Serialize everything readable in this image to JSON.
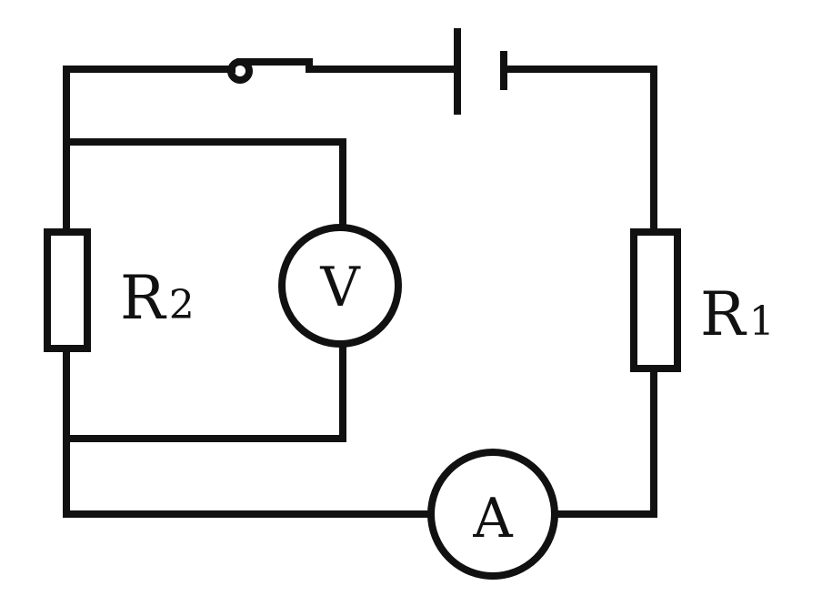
{
  "components": {
    "resistor_r2": {
      "letter": "R",
      "subscript": "2"
    },
    "resistor_r1": {
      "letter": "R",
      "subscript": "1"
    },
    "voltmeter": {
      "symbol": "V"
    },
    "ammeter": {
      "symbol": "A"
    },
    "battery": {
      "cells": 1
    },
    "switch": {
      "state": "closed"
    }
  },
  "colors": {
    "wire": "#111111",
    "background": "#ffffff"
  }
}
